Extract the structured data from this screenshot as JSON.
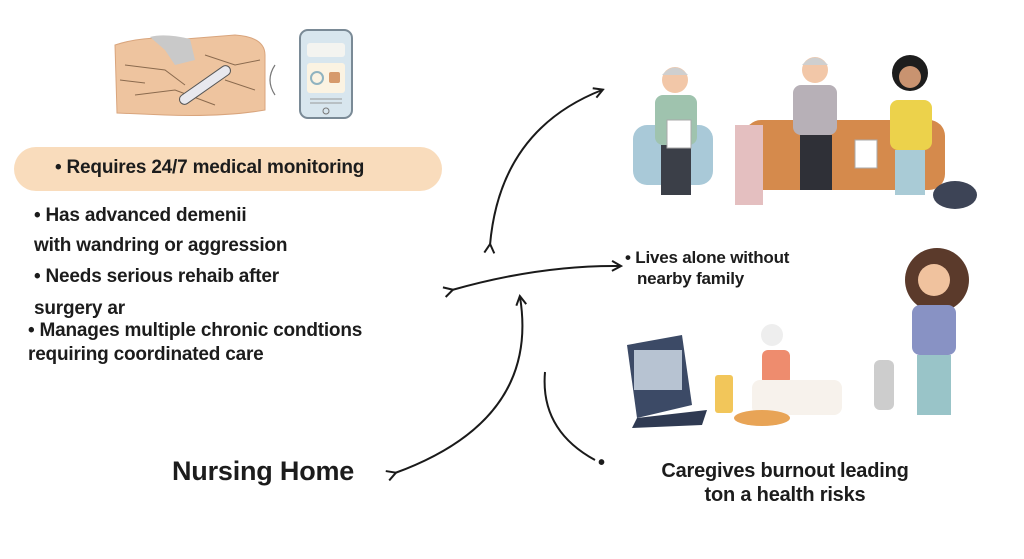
{
  "left_panel": {
    "highlight": "• Requires 24/7 medical monitoring",
    "lines": [
      "• Has advanced demenii",
      "with wandring or aggression",
      "• Needs serious rehaib after",
      "surgery ar",
      "• Manages multiple chronic condtions",
      "requiring coordinated care"
    ]
  },
  "labels": {
    "nursing_home": "Nursing Home",
    "lives_alone": [
      "• Lives alone without",
      "nearby family"
    ],
    "caregiver_bullet": "•",
    "caregiver": [
      "Caregives burnout leading",
      "ton a health risks"
    ]
  },
  "illustrations": {
    "top_left": "medical-monitoring-illustration",
    "top_right": "family-meeting-illustration",
    "bottom_right": "home-care-illustration"
  },
  "colors": {
    "pill": "#f9dcbc",
    "arrow": "#1a1a1a",
    "text": "#1c1c1c"
  }
}
